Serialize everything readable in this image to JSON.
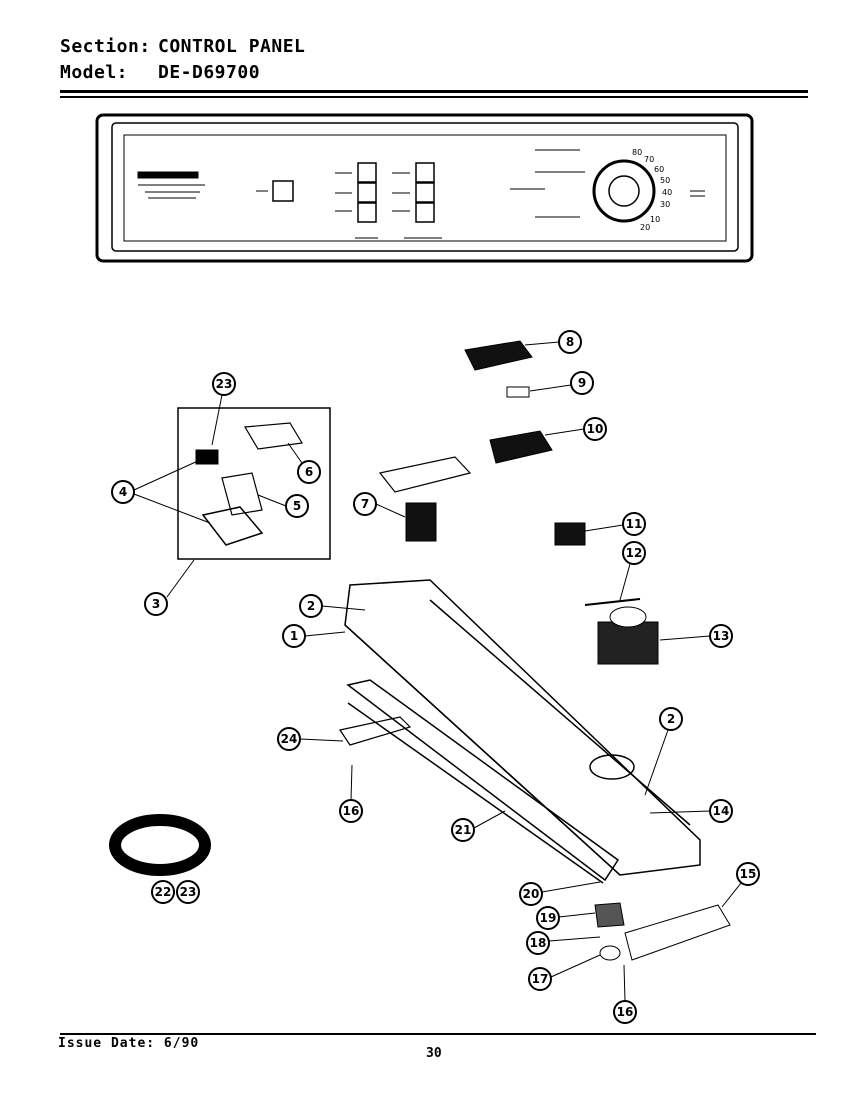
{
  "header": {
    "section_label": "Section:",
    "section_value": "CONTROL PANEL",
    "model_label": "Model:",
    "model_value": "DE-D69700"
  },
  "panel": {
    "dial_numbers": [
      "10",
      "20",
      "30",
      "40",
      "50",
      "60",
      "70",
      "80"
    ]
  },
  "callouts": [
    "1",
    "2",
    "2",
    "3",
    "4",
    "5",
    "6",
    "7",
    "8",
    "9",
    "10",
    "11",
    "12",
    "13",
    "14",
    "15",
    "16",
    "16",
    "17",
    "18",
    "19",
    "20",
    "21",
    "22",
    "23",
    "23",
    "24"
  ],
  "footer": {
    "issue_date": "Issue Date: 6/90",
    "page_number": "30"
  }
}
